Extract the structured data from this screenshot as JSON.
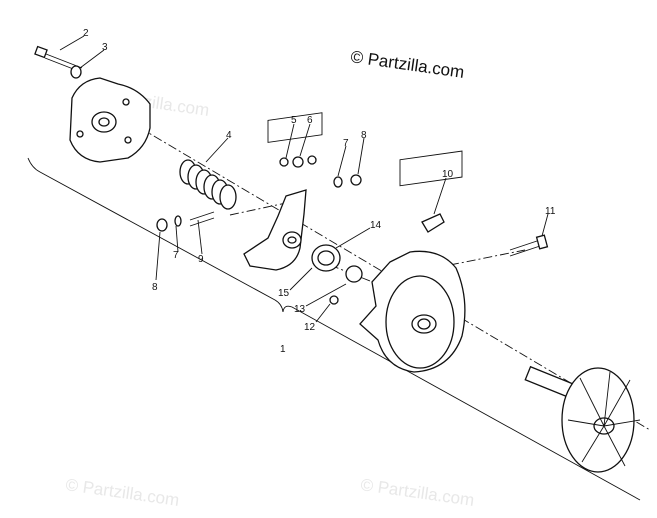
{
  "watermark": {
    "main": "© Partzilla.com",
    "faint": [
      "© Partzilla.com",
      "© Partzilla.com",
      "© Partzilla.com"
    ]
  },
  "callouts": [
    "2",
    "3",
    "4",
    "5",
    "6",
    "7",
    "8",
    "10",
    "11",
    "14",
    "9",
    "7",
    "8",
    "15",
    "13",
    "12",
    "1"
  ]
}
